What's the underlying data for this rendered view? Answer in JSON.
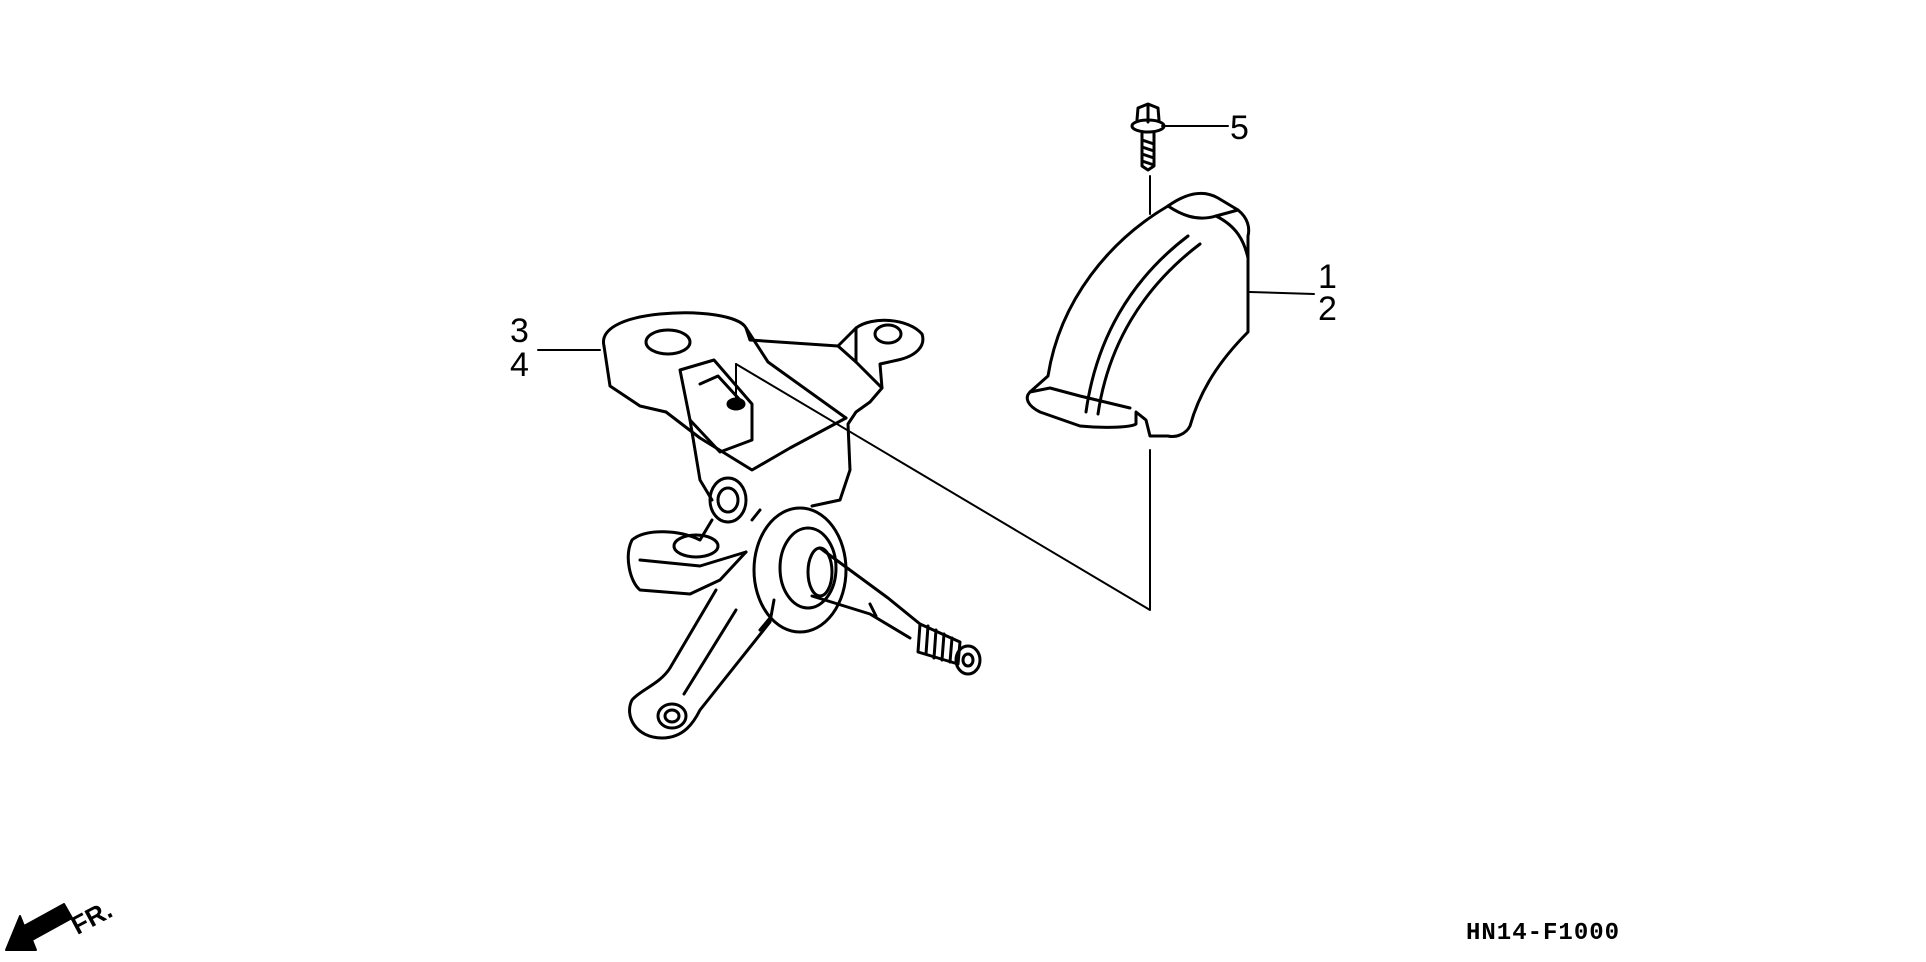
{
  "callouts": {
    "c1": "1",
    "c2": "2",
    "c3": "3",
    "c4": "4",
    "c5": "5"
  },
  "direction": {
    "label": "FR."
  },
  "diagram_code": "HN14-F1000",
  "colors": {
    "ink": "#000000",
    "background": "#ffffff"
  }
}
